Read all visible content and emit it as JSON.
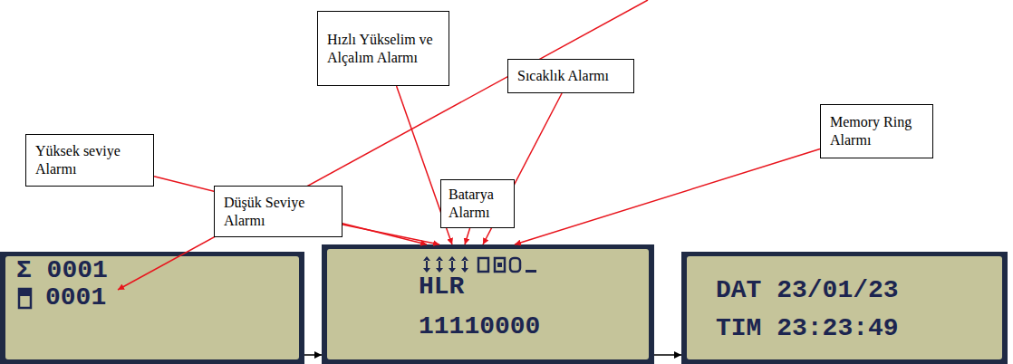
{
  "diagram": {
    "nodes": [
      {
        "text": [
          "Yüksek seviye Alarmı"
        ]
      },
      {
        "text": [
          "Düşük Seviye Alarmı"
        ]
      },
      {
        "text": [
          "Hızlı Yükselim ve Alçalım Alarmı"
        ]
      },
      {
        "text": [
          "Batarya Alarmı"
        ]
      },
      {
        "text": [
          "Sıcaklık Alarmı"
        ]
      },
      {
        "text": [
          "Memory Ring Alarmı"
        ]
      },
      {
        "text": [
          "Σ 0001",
          "0001"
        ]
      },
      {
        "text": [
          "HLR",
          "11110000"
        ]
      },
      {
        "text": [
          "DAT 23/01/23",
          "TIM 23:23:49"
        ]
      }
    ],
    "edges": [
      {
        "from": 0,
        "to": 7,
        "arrow": "to"
      },
      {
        "from": 1,
        "to": 7,
        "arrow": "to"
      },
      {
        "from": 2,
        "to": 7,
        "arrow": "to"
      },
      {
        "from": 3,
        "to": 7,
        "arrow": "to"
      },
      {
        "from": 4,
        "to": 7,
        "arrow": "to"
      },
      {
        "from": 5,
        "to": 7,
        "arrow": "to"
      },
      {
        "from": 6,
        "to": 7,
        "arrow": "to"
      },
      {
        "from": 7,
        "to": 8,
        "arrow": "to"
      }
    ]
  }
}
